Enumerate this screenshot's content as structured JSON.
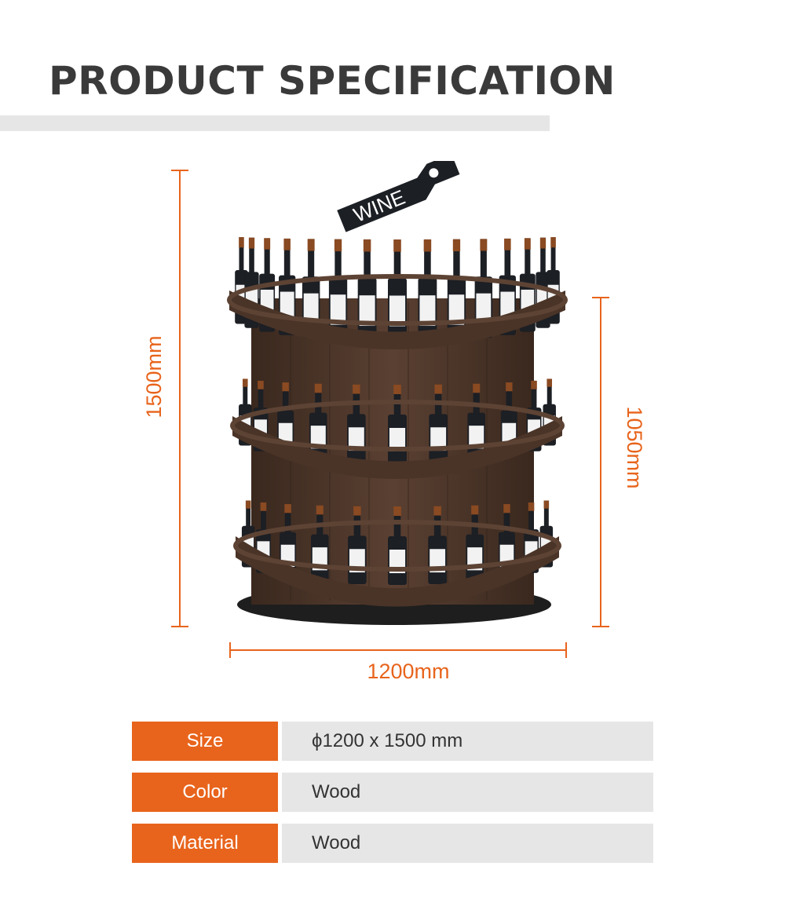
{
  "header": {
    "title": "PRODUCT SPECIFICATION"
  },
  "dimensions": {
    "height": "1500mm",
    "width": "1200mm",
    "shelf_height": "1050mm"
  },
  "product": {
    "sign_text": "WINE"
  },
  "specs": [
    {
      "label": "Size",
      "value": "ϕ1200 x 1500 mm"
    },
    {
      "label": "Color",
      "value": "Wood"
    },
    {
      "label": "Material",
      "value": "Wood"
    }
  ],
  "colors": {
    "accent": "#e8641c",
    "wood": "#4a3427",
    "bottle": "#1c1f24",
    "label_bg": "#f2f2f2"
  }
}
